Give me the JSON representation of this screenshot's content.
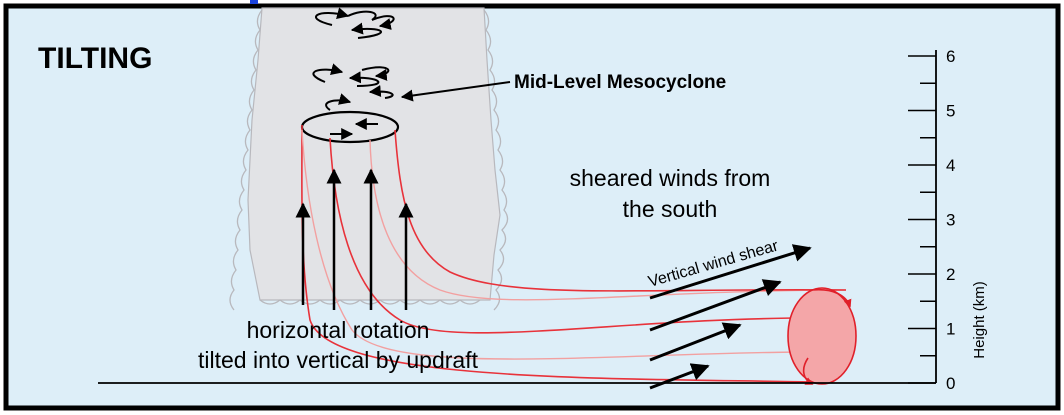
{
  "title": "TILTING",
  "mesocyclone_label": "Mid-Level Mesocyclone",
  "sheared_winds": [
    "sheared winds from",
    "the south"
  ],
  "shear_label": "Vertical wind shear",
  "rotation_caption": [
    "horizontal rotation",
    "tilted into vertical by updraft"
  ],
  "axis": {
    "label": "Height (km)",
    "ticks": [
      "0",
      "1",
      "2",
      "3",
      "4",
      "5",
      "6"
    ]
  },
  "colors": {
    "background": "#ddeef8",
    "cloud": "#e2e3e6",
    "cloud_edge": "#b8b8bd",
    "streamline": "#e8323a",
    "streamline_light": "#f2a0a0",
    "vortex_tube": "#f4a6a8",
    "vortex_edge": "#e0202a",
    "frame": "#000000",
    "link_blue": "#1a44dd"
  },
  "icons": {
    "updraft_arrows": "arrow-up-icon",
    "rotation_arrows": "circular-arrow-icon",
    "shear_arrows": "arrow-right-icon"
  }
}
